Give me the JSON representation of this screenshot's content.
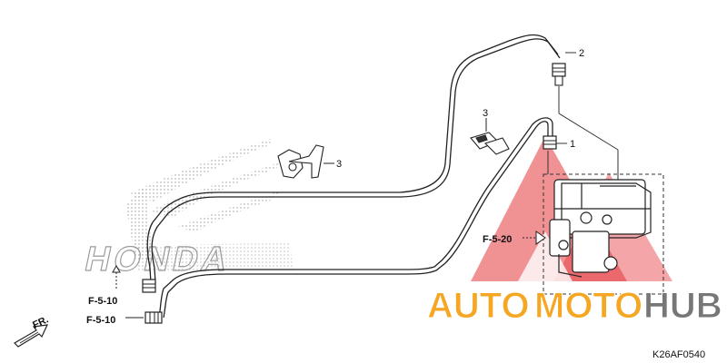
{
  "diagram": {
    "callouts": {
      "part_1": "1",
      "part_2": "2",
      "part_3a": "3",
      "part_3b": "3"
    },
    "references": {
      "upper_left": "F-5-10",
      "lower_left": "F-5-10",
      "modulator": "F-5-20"
    },
    "front_marker": "FR.",
    "diagram_code": "K26AF0540",
    "background_logo": "HONDA"
  },
  "watermark": {
    "text_part1": "AUTO",
    "text_part2": "MOTO",
    "text_part3": "HUB",
    "colors": {
      "red": "#e4373d",
      "orange": "#f5a623",
      "gray": "#777777"
    }
  }
}
